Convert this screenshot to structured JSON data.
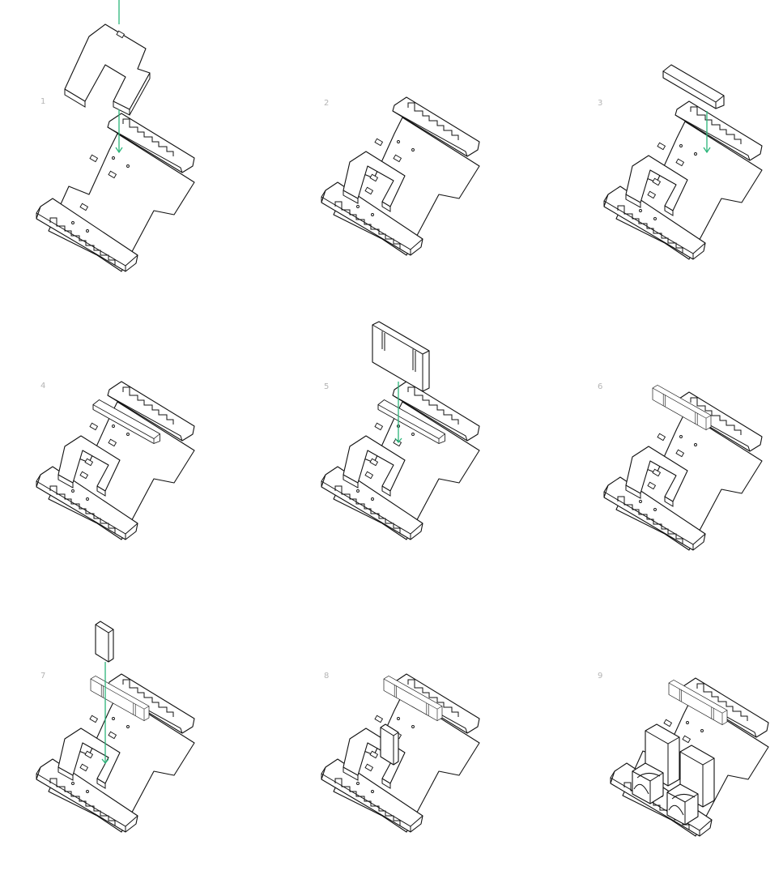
{
  "diagram": {
    "type": "assembly-instructions",
    "layout": "3x3 grid",
    "arrow_color": "#2bb57a",
    "label_color": "#b4b4b4",
    "line_color": "#111111",
    "steps": [
      {
        "number": "1",
        "description": "U-shaped top frame lowered onto base plate",
        "insert_arrow": true
      },
      {
        "number": "2",
        "description": "U-frame seated on base plate",
        "insert_arrow": false
      },
      {
        "number": "3",
        "description": "Long crossbar lowered onto rear of base",
        "insert_arrow": true
      },
      {
        "number": "4",
        "description": "Crossbar installed",
        "insert_arrow": false
      },
      {
        "number": "5",
        "description": "Slotted back wall panel lowered onto crossbar",
        "insert_arrow": true
      },
      {
        "number": "6",
        "description": "Back wall panel installed",
        "insert_arrow": false
      },
      {
        "number": "7",
        "description": "Small upright panel inserted into center slot",
        "insert_arrow": true
      },
      {
        "number": "8",
        "description": "Upright panel installed",
        "insert_arrow": false
      },
      {
        "number": "9",
        "description": "Completed assembly with two cylindrical modules",
        "insert_arrow": false
      }
    ]
  }
}
